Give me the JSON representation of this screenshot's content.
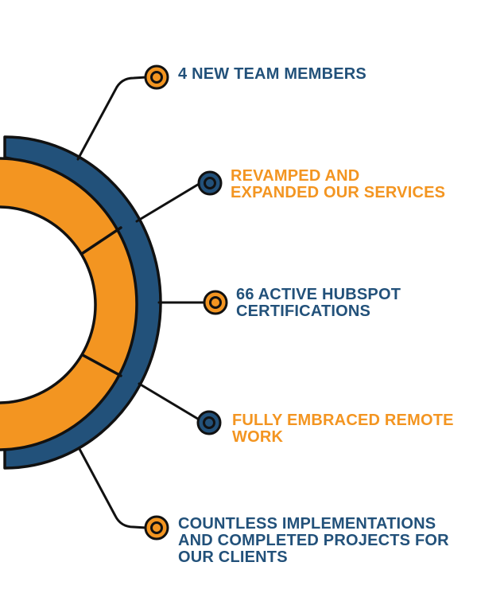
{
  "colors": {
    "navy": "#22517a",
    "orange": "#f39521",
    "outline": "#111111"
  },
  "milestones": [
    {
      "text": "4 NEW TEAM MEMBERS",
      "color": "navy",
      "marker": "orange"
    },
    {
      "text": "REVAMPED AND\nEXPANDED OUR SERVICES",
      "color": "orange",
      "marker": "navy"
    },
    {
      "text": "66 ACTIVE HUBSPOT\nCERTIFICATIONS",
      "color": "navy",
      "marker": "orange"
    },
    {
      "text": "FULLY EMBRACED REMOTE\nWORK",
      "color": "orange",
      "marker": "navy"
    },
    {
      "text": "COUNTLESS IMPLEMENTATIONS\nAND COMPLETED PROJECTS FOR\nOUR CLIENTS",
      "color": "navy",
      "marker": "orange"
    }
  ]
}
